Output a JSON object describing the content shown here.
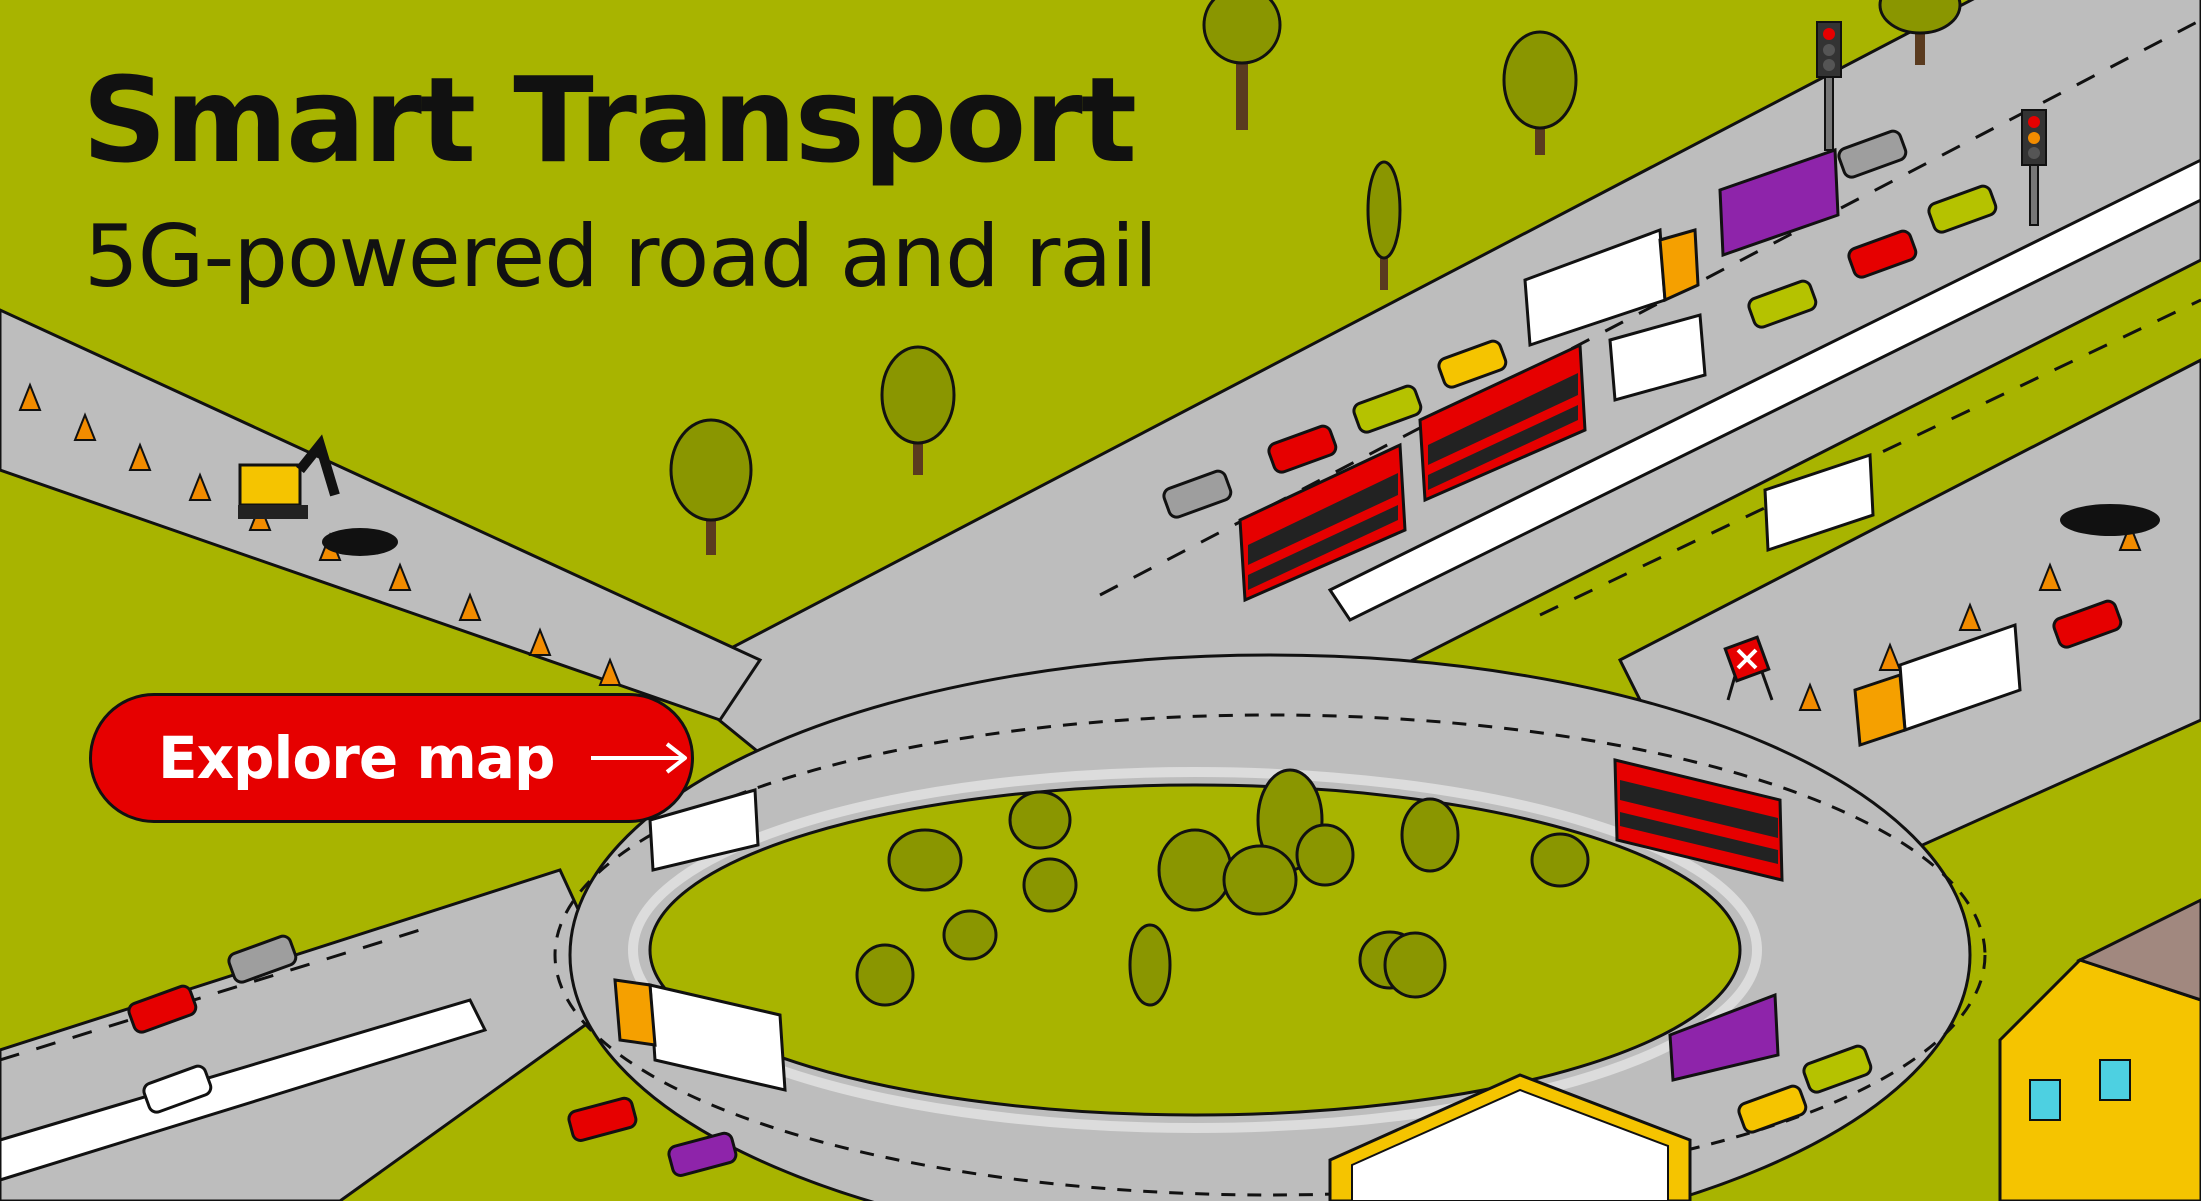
{
  "hero": {
    "title": "Smart Transport",
    "subtitle": "5G-powered road and rail"
  },
  "cta": {
    "label": "Explore map",
    "icon": "arrow-right-icon"
  },
  "colors": {
    "grass": "#a8b400",
    "road": "#bdbdbd",
    "accent_red": "#e60000",
    "text": "#111111",
    "tree": "#8a9600"
  }
}
